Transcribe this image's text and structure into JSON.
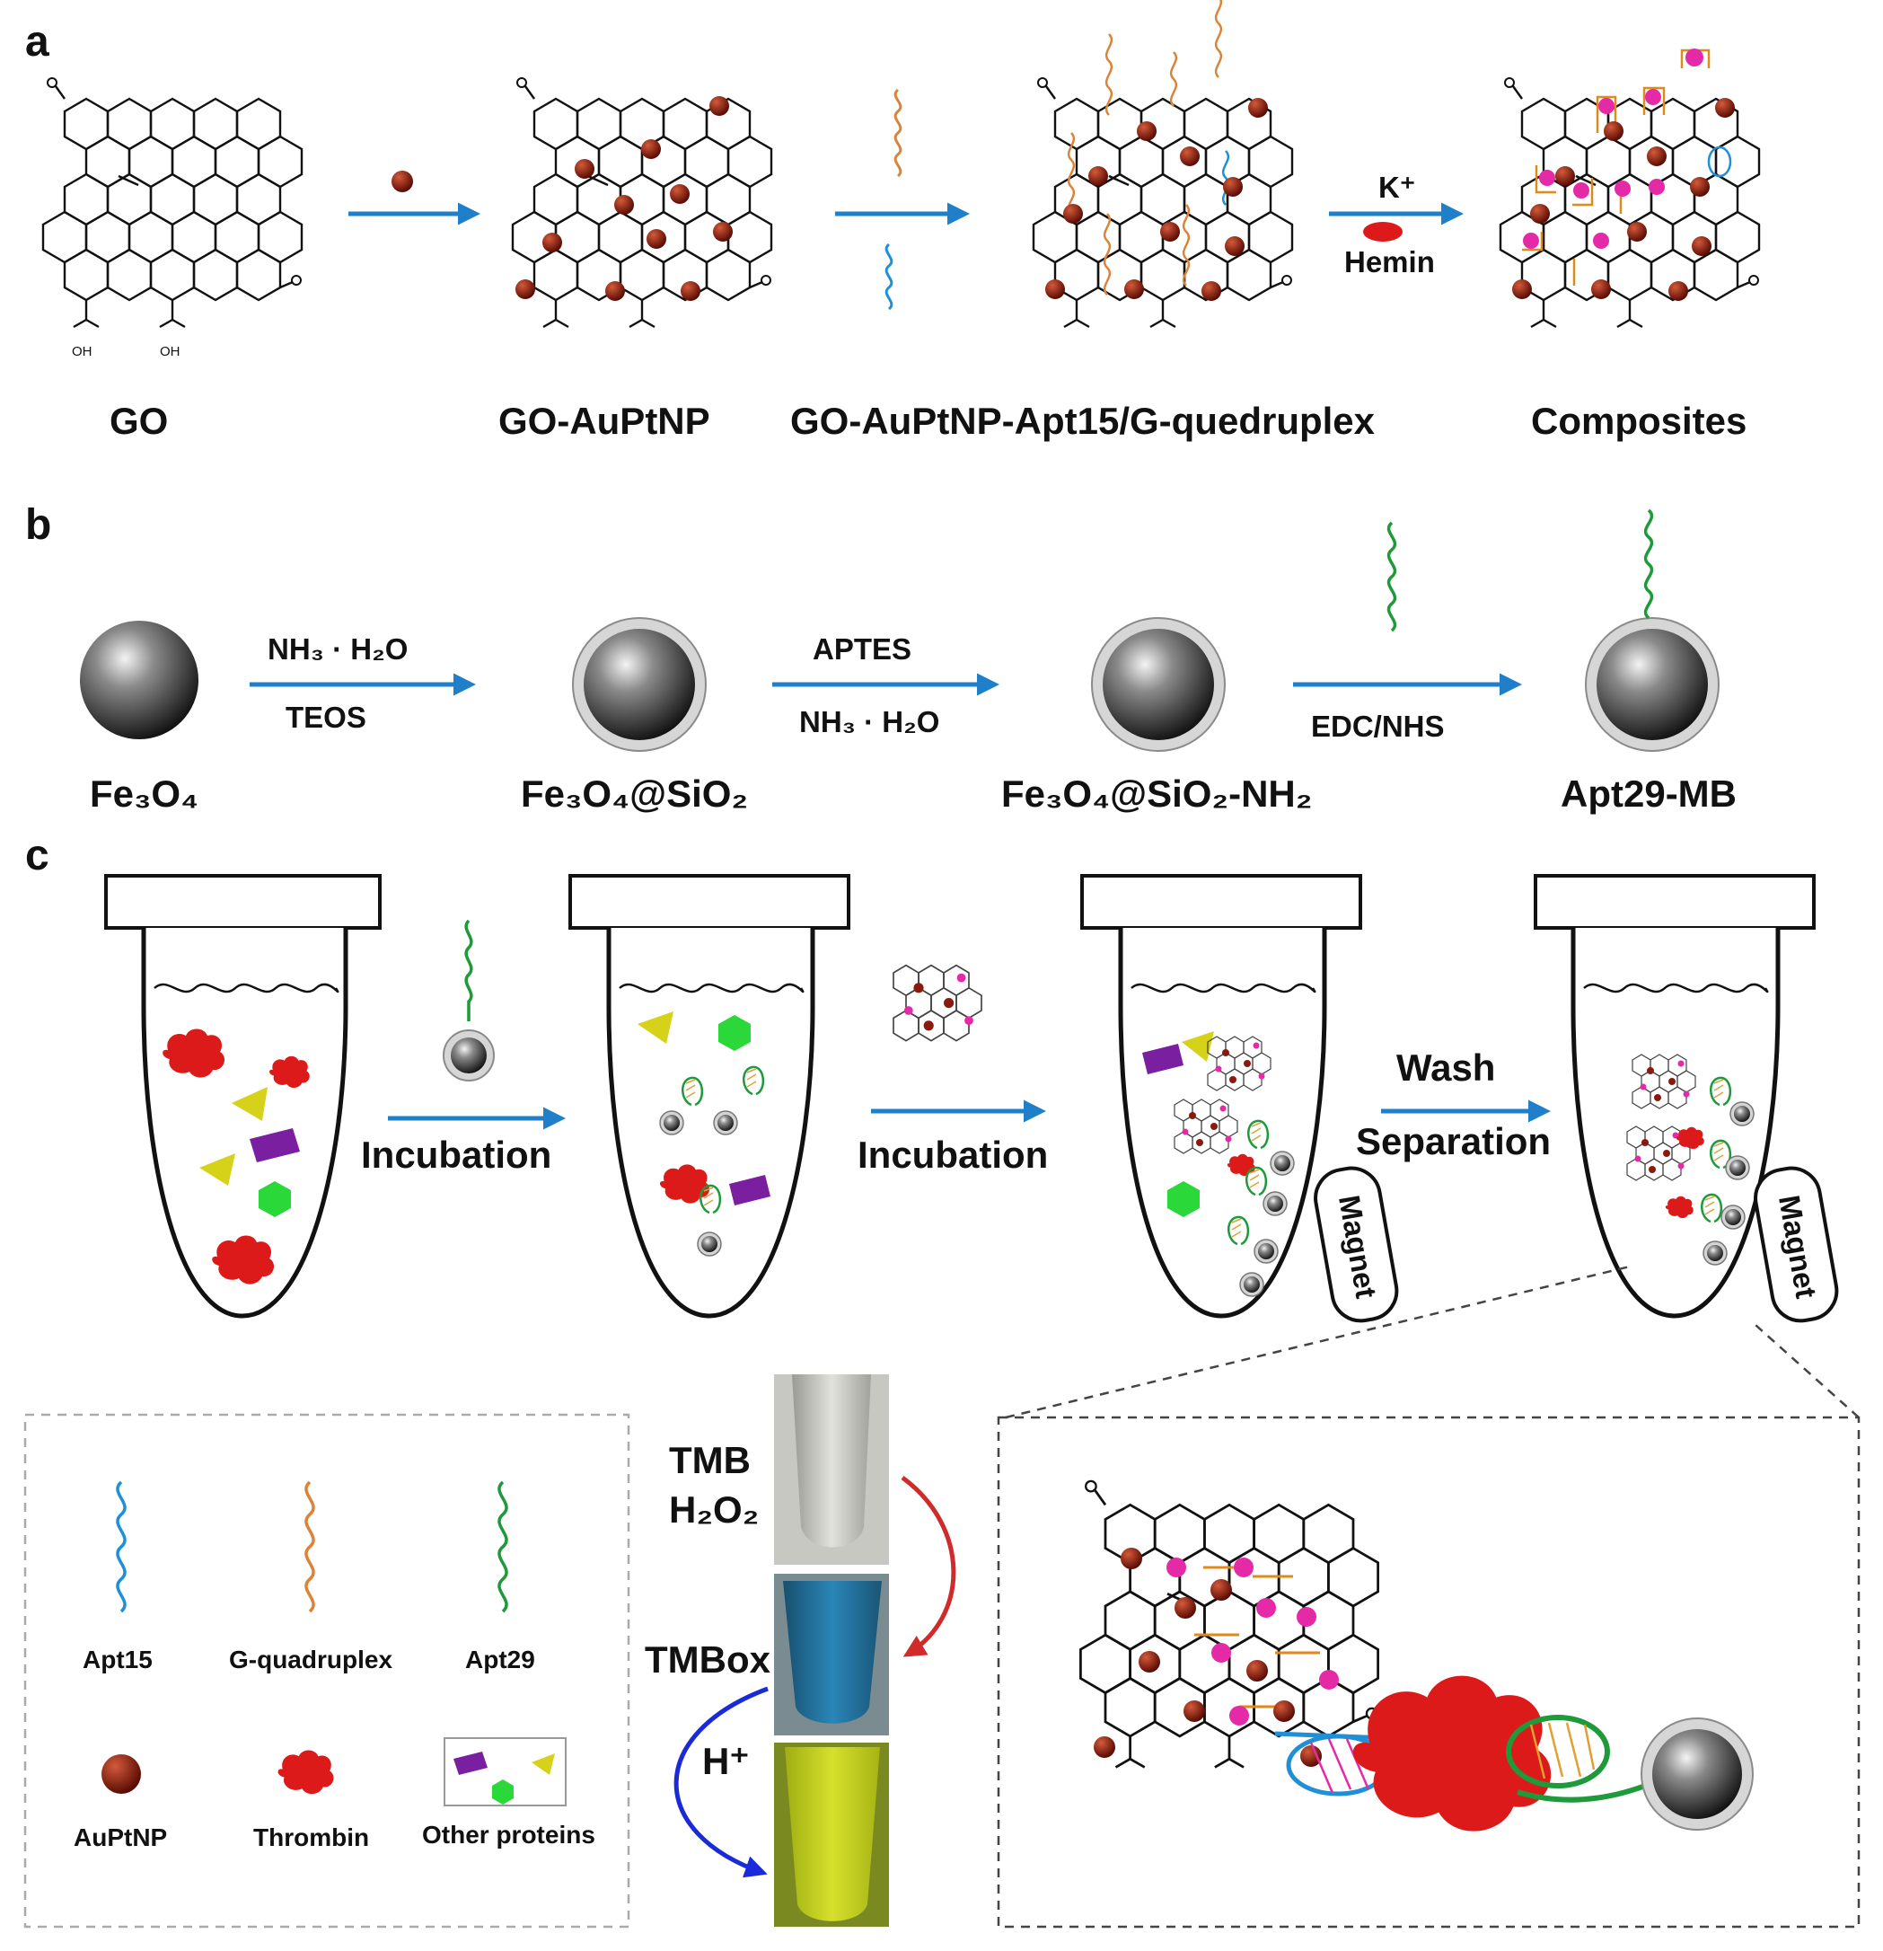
{
  "panels": {
    "a": "a",
    "b": "b",
    "c": "c"
  },
  "panel_a": {
    "stages": [
      "GO",
      "GO-AuPtNP",
      "GO-AuPtNP-Apt15/G-quedruplex",
      "Composites"
    ],
    "arrow3_top": "K⁺",
    "arrow3_bottom": "Hemin",
    "oh_label": "OH",
    "o_label": "O"
  },
  "panel_b": {
    "stages": [
      "Fe₃O₄",
      "Fe₃O₄@SiO₂",
      "Fe₃O₄@SiO₂-NH₂",
      "Apt29-MB"
    ],
    "arrow1_top": "NH₃ · H₂O",
    "arrow1_bottom": "TEOS",
    "arrow2_top": "APTES",
    "arrow2_bottom": "NH₃ · H₂O",
    "arrow3_bottom": "EDC/NHS"
  },
  "panel_c": {
    "arrow1": "Incubation",
    "arrow2": "Incubation",
    "arrow3_top": "Wash",
    "arrow3_bottom": "Separation",
    "magnet": "Magnet"
  },
  "legend": {
    "apt15": "Apt15",
    "gquad": "G-quadruplex",
    "apt29": "Apt29",
    "auptnp": "AuPtNP",
    "thrombin": "Thrombin",
    "other": "Other proteins"
  },
  "color_steps": {
    "reagent_line1": "TMB",
    "reagent_line2": "H₂O₂",
    "product": "TMBox",
    "acid": "H⁺"
  },
  "colors": {
    "arrow": "#1f7fc8",
    "nanoparticle": "#8b1a0e",
    "thrombin": "#dd1a1a",
    "apt15": "#1f8fd6",
    "gquad": "#d9843a",
    "apt29": "#1f9a3a",
    "tmbox": "#1f6fa0",
    "yellow_product": "#c8d81a",
    "curve_red": "#d02a2a",
    "curve_blue": "#1a2ad8"
  }
}
